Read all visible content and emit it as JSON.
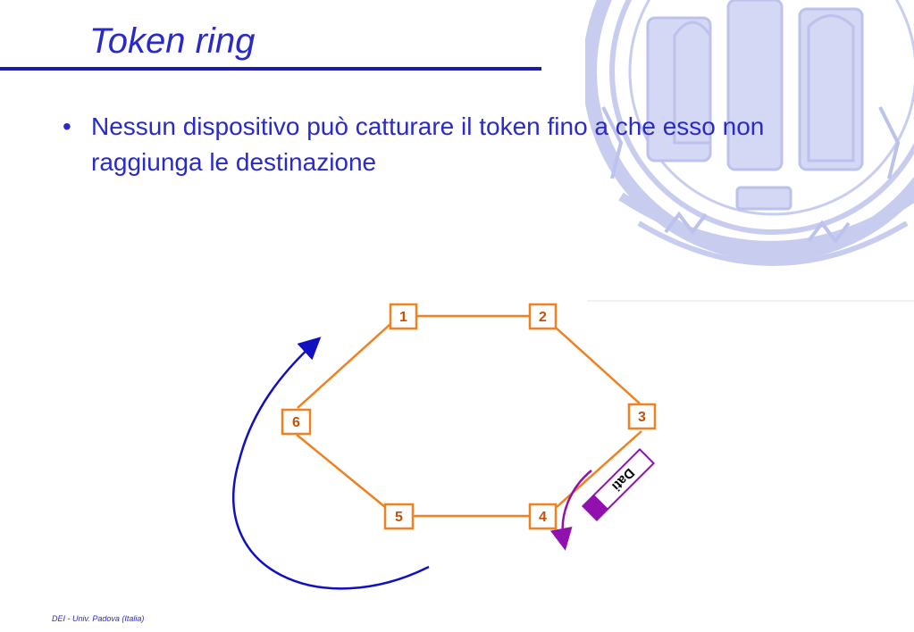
{
  "slide": {
    "title": "Token ring",
    "bullet": "Nessun dispositivo può catturare il token fino a che esso non raggiunga le destinazione",
    "footer": "DEI - Univ. Padova (Italia)"
  },
  "diagram": {
    "nodes": [
      {
        "label": "1"
      },
      {
        "label": "2"
      },
      {
        "label": "3"
      },
      {
        "label": "4"
      },
      {
        "label": "5"
      },
      {
        "label": "6"
      }
    ],
    "packet_label": "Dati"
  },
  "colors": {
    "title": "#2a2ac8",
    "ring": "#f08020",
    "node_text": "#c85000",
    "rotation_arrow": "#1010c0",
    "packet": "#9010b0",
    "seal": "#c8cdf0"
  }
}
